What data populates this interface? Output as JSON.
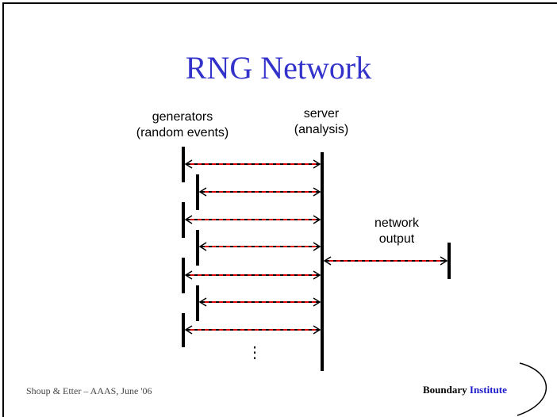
{
  "slide": {
    "title": "RNG Network",
    "labels": {
      "generators_line1": "generators",
      "generators_line2": "(random events)",
      "server_line1": "server",
      "server_line2": "(analysis)",
      "network_line1": "network",
      "network_line2": "output"
    },
    "ellipsis": "⋮",
    "footer_left": "Shoup & Etter – AAAS, June '06",
    "footer_right_part1": "Boundary",
    "footer_right_part2": "Institute"
  },
  "colors": {
    "title": "#3333cc",
    "dash_red": "#dd0000",
    "line_black": "#000000"
  }
}
